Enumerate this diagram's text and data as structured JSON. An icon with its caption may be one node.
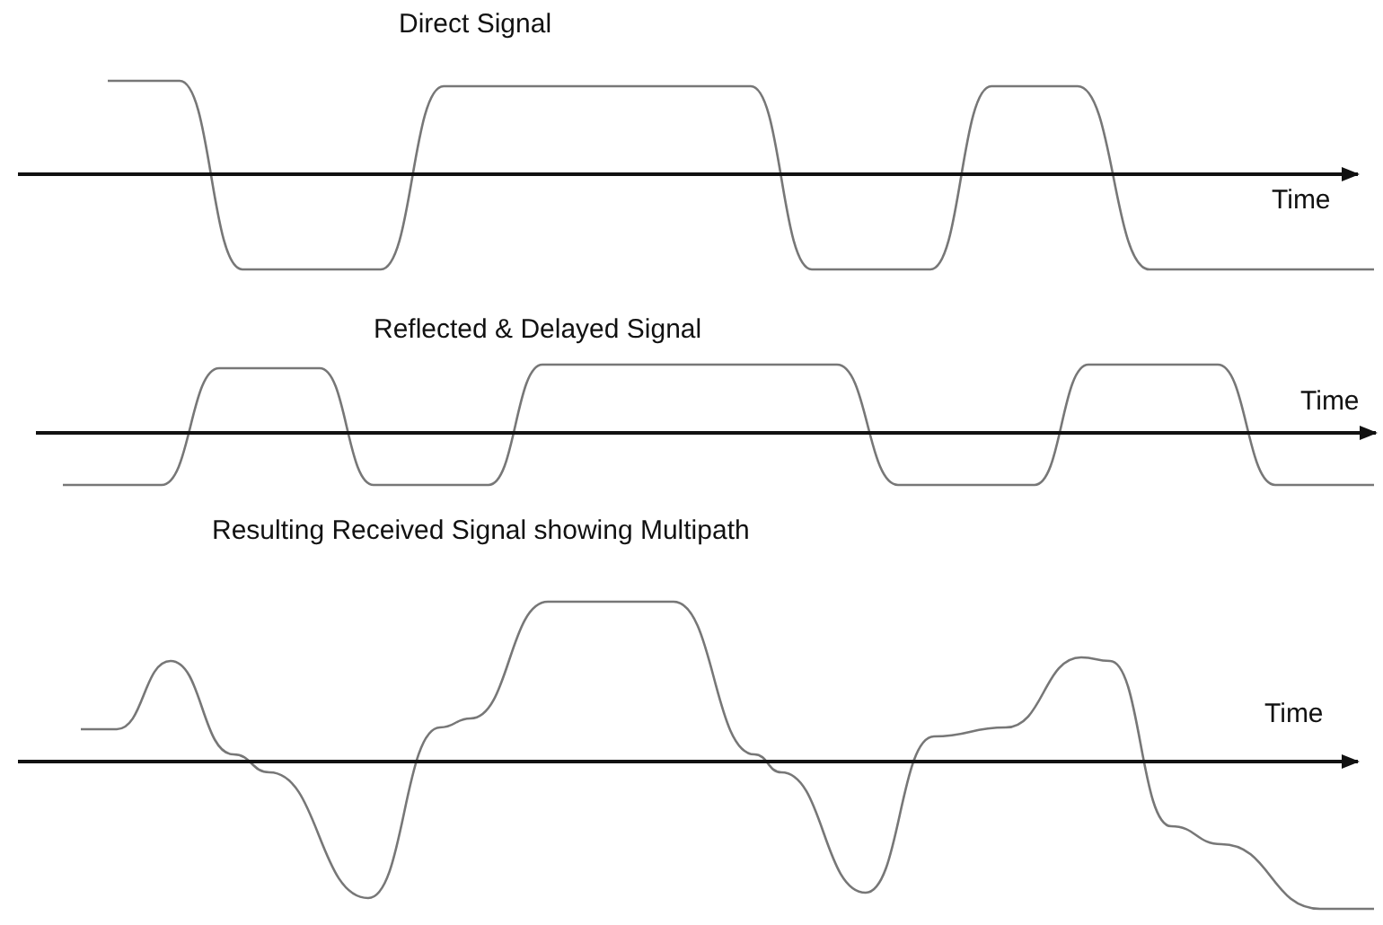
{
  "diagram": {
    "labels": [
      "Direct Signal",
      "Time",
      "Reflected & Delayed Signal",
      "Time",
      "Resulting Received Signal showing Multipath",
      "Time"
    ]
  }
}
